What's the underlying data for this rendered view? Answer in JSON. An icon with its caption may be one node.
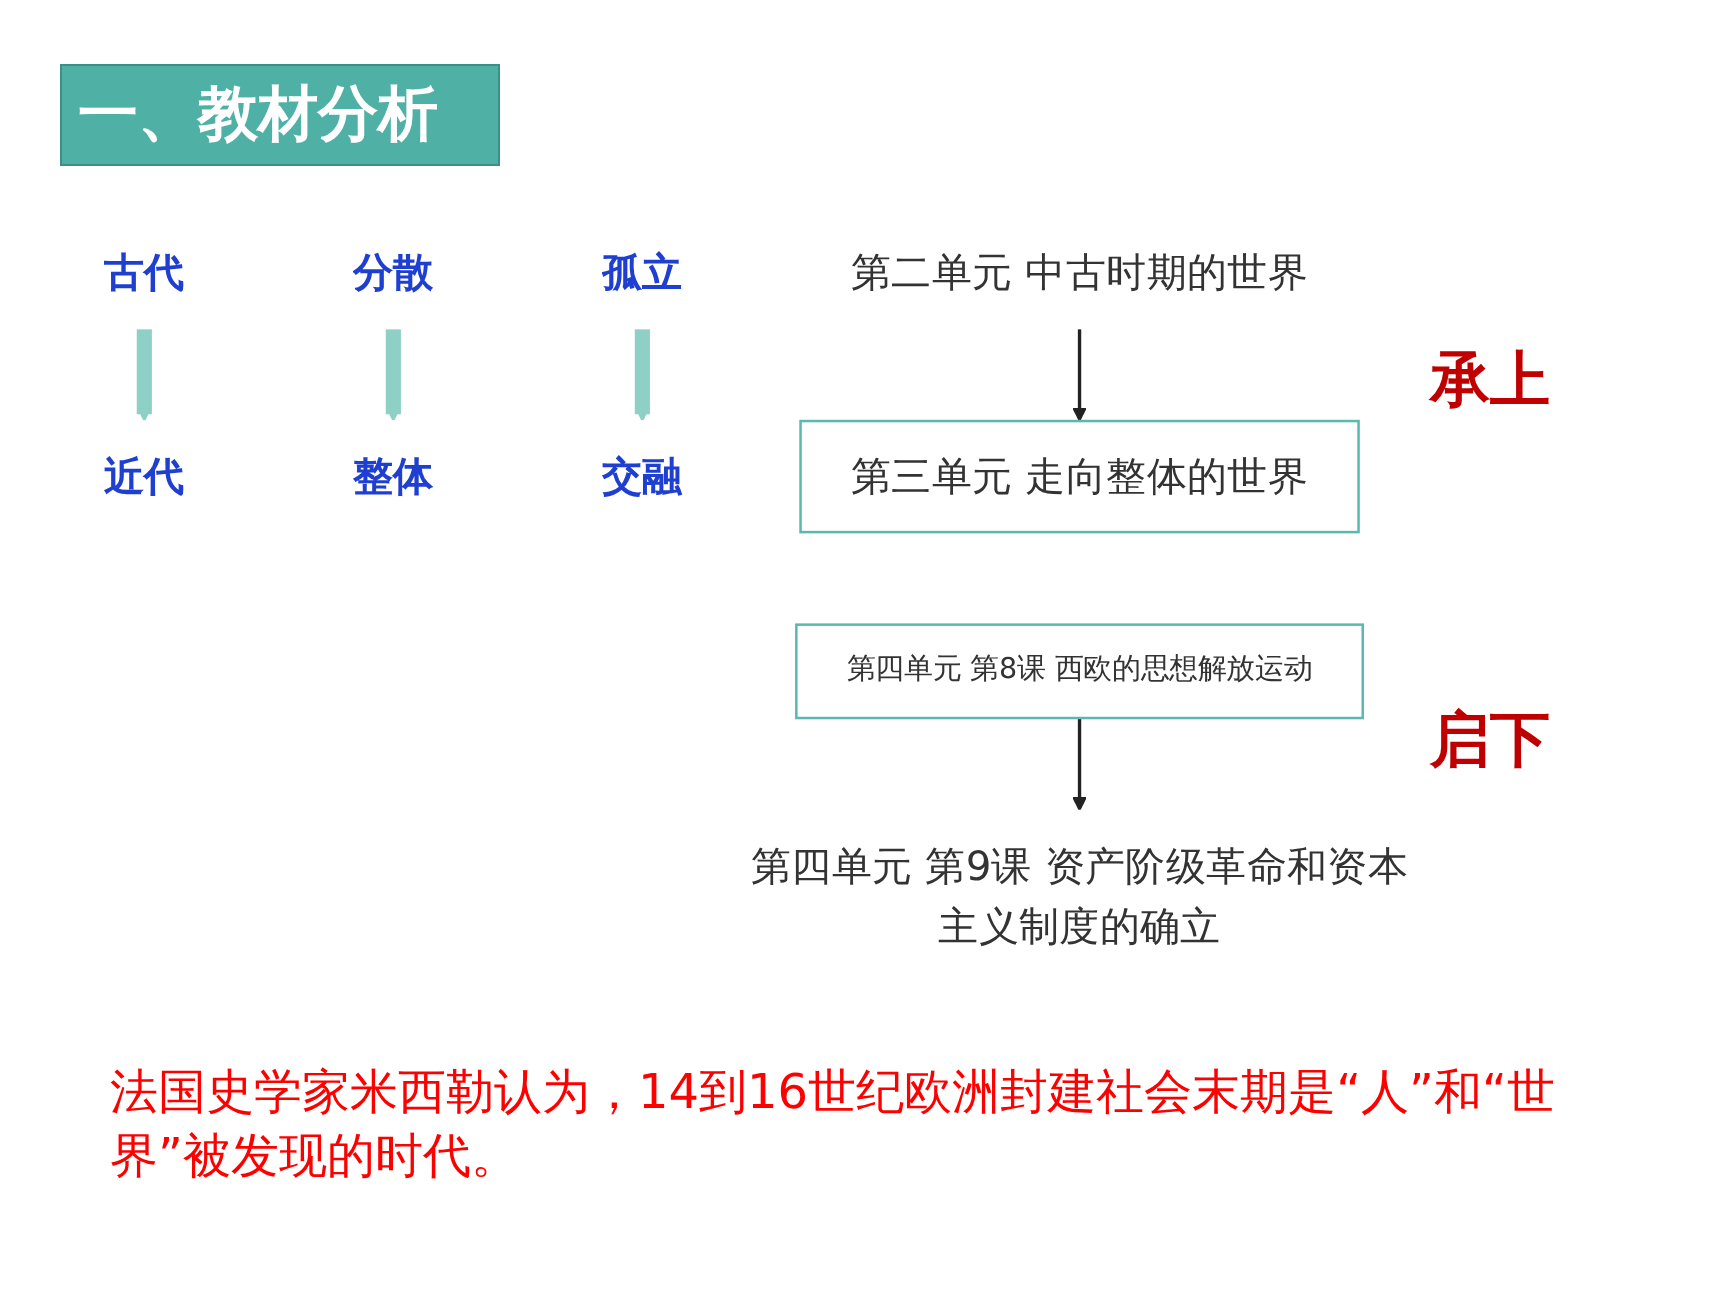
{
  "diagram": {
    "title": "一、教材分析",
    "caption": "法国史学家米西勒认为，14到16世纪欧洲封建社会末期是“人”和“世界”被发现的时代。",
    "nodes": [
      {
        "text": [
          "古代"
        ]
      },
      {
        "text": [
          "近代"
        ]
      },
      {
        "text": [
          "分散"
        ]
      },
      {
        "text": [
          "整体"
        ]
      },
      {
        "text": [
          "孤立"
        ]
      },
      {
        "text": [
          "交融"
        ]
      },
      {
        "text": [
          "第二单元 中古时期的世界"
        ]
      },
      {
        "text": [
          "第三单元 走向整体的世界"
        ]
      },
      {
        "text": [
          "第四单元 第8课 西欧的思想解放运动"
        ]
      },
      {
        "text": [
          "第四单元 第9课 资产阶级革命和资本主义制度的确立"
        ]
      }
    ],
    "edges": [
      {
        "from": 0,
        "to": 1,
        "arrow": "to",
        "color": "#8fd0c6"
      },
      {
        "from": 2,
        "to": 3,
        "arrow": "to",
        "color": "#8fd0c6"
      },
      {
        "from": 4,
        "to": 5,
        "arrow": "to",
        "color": "#8fd0c6"
      },
      {
        "from": 6,
        "to": 7,
        "arrow": "to",
        "color": "#222222"
      },
      {
        "from": 8,
        "to": 9,
        "arrow": "to",
        "color": "#222222"
      }
    ],
    "labels": [
      "承上",
      "启下"
    ]
  }
}
